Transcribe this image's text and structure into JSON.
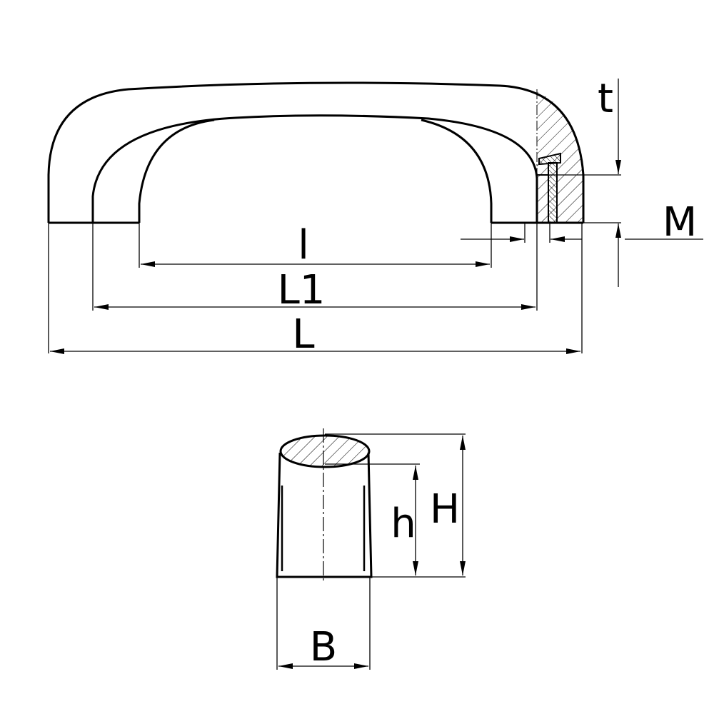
{
  "title": "Handle dimension drawing",
  "labels": {
    "t": "t",
    "M": "M",
    "l": "l",
    "L1": "L1",
    "L": "L",
    "h": "h",
    "H": "H",
    "B": "B"
  },
  "colors": {
    "line": "#000000",
    "background": "#ffffff"
  }
}
